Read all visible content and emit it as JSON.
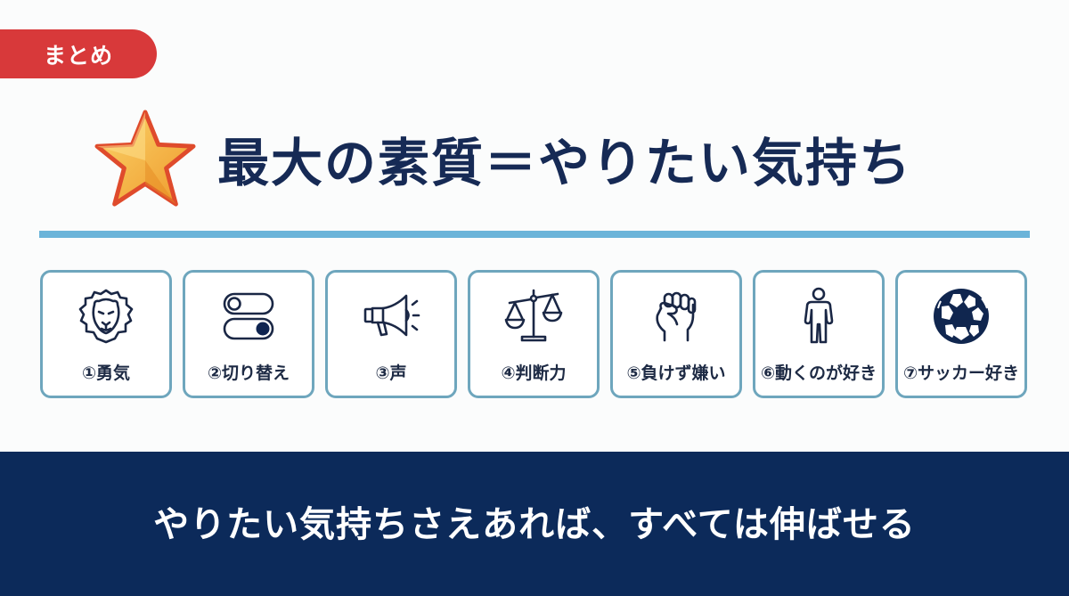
{
  "tag": {
    "label": "まとめ",
    "color": "#d8393a"
  },
  "header": {
    "icon": "star-icon",
    "title": "最大の素質＝やりたい気持ち",
    "title_color": "#162a55",
    "rule_color": "#6bb4d9"
  },
  "cards": [
    {
      "label": "①勇気",
      "icon": "lion-icon"
    },
    {
      "label": "②切り替え",
      "icon": "toggle-switch-icon"
    },
    {
      "label": "③声",
      "icon": "megaphone-icon"
    },
    {
      "label": "④判断力",
      "icon": "scales-icon"
    },
    {
      "label": "⑤負けず嫌い",
      "icon": "fist-icon"
    },
    {
      "label": "⑥動くのが好き",
      "icon": "person-icon"
    },
    {
      "label": "⑦サッカー好き",
      "icon": "soccer-ball-icon"
    }
  ],
  "card_border_color": "#6ea6bd",
  "footer": {
    "slogan": "やりたい気持ちさえあれば、すべては伸ばせる",
    "background": "#0c2a5a"
  }
}
